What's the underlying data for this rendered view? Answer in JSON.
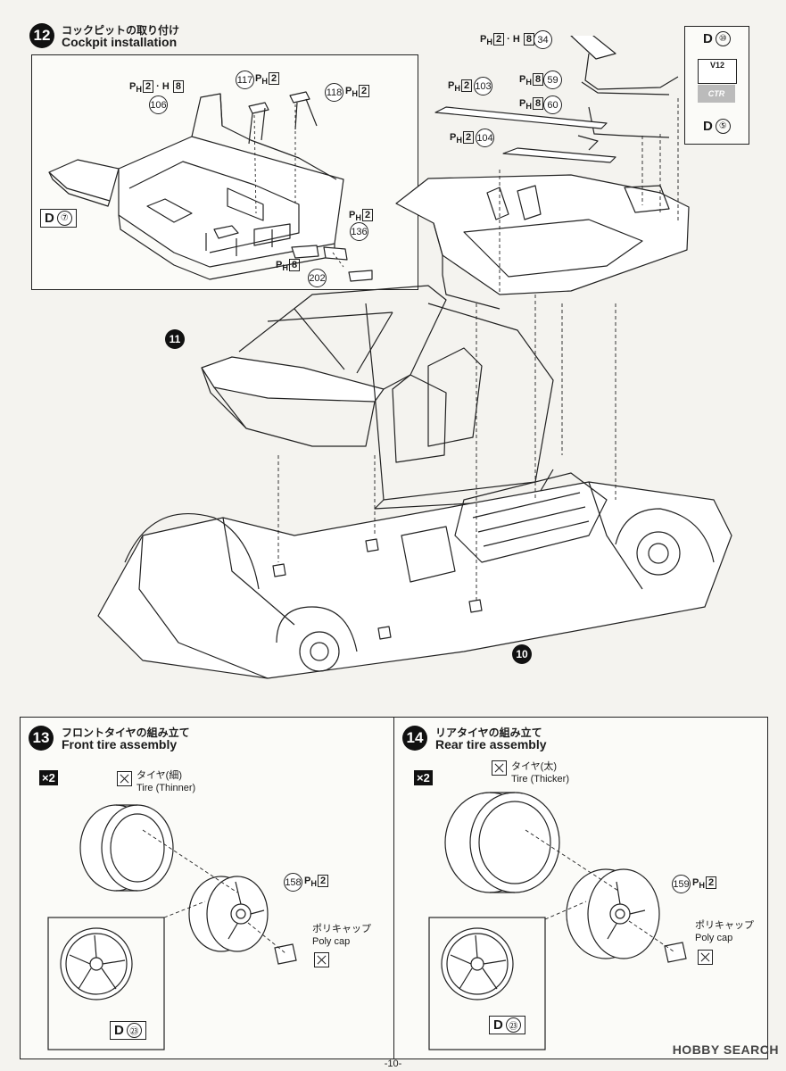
{
  "step12": {
    "number": "12",
    "title_jp": "コックピットの取り付け",
    "title_en": "Cockpit installation",
    "inset": {
      "ph_prefix": "P",
      "ph_sub": "H",
      "ref_106": "106",
      "ref_106_box_a": "2",
      "ref_106_box_b": "8",
      "ref_117": "117",
      "ref_117_box": "2",
      "ref_118": "118",
      "ref_118_box": "2",
      "ref_136": "136",
      "ref_136_box": "2",
      "ref_202": "202",
      "ref_202_box": "8",
      "decal": "D",
      "decal_num": "⑦"
    },
    "parts": {
      "ref_34": "34",
      "ref_34_box_a": "2",
      "ref_34_box_b": "8",
      "ref_103": "103",
      "ref_103_box": "2",
      "ref_59": "59",
      "ref_59_box": "8",
      "ref_60": "60",
      "ref_60_box": "8",
      "ref_104": "104",
      "ref_104_box": "2",
      "decal_top": "D",
      "decal_top_num": "⑩",
      "decal_bottom": "D",
      "decal_bottom_num": "⑤",
      "v12_badge": "V12",
      "ctr_badge": "CTR",
      "sub_11": "11",
      "sub_10": "10"
    }
  },
  "step13": {
    "number": "13",
    "title_jp": "フロントタイヤの組み立て",
    "title_en": "Front tire assembly",
    "multiplier": "×2",
    "tire_jp": "タイヤ(細)",
    "tire_en": "Tire (Thinner)",
    "wheel_ref": "158",
    "wheel_box": "2",
    "cap_jp": "ポリキャップ",
    "cap_en": "Poly cap",
    "decal": "D",
    "decal_num": "㉓"
  },
  "step14": {
    "number": "14",
    "title_jp": "リアタイヤの組み立て",
    "title_en": "Rear tire assembly",
    "multiplier": "×2",
    "tire_jp": "タイヤ(太)",
    "tire_en": "Tire (Thicker)",
    "wheel_ref": "159",
    "wheel_box": "2",
    "cap_jp": "ポリキャップ",
    "cap_en": "Poly cap",
    "decal": "D",
    "decal_num": "㉓"
  },
  "footer": {
    "page": "-10-",
    "watermark": "HOBBY SEARCH"
  }
}
